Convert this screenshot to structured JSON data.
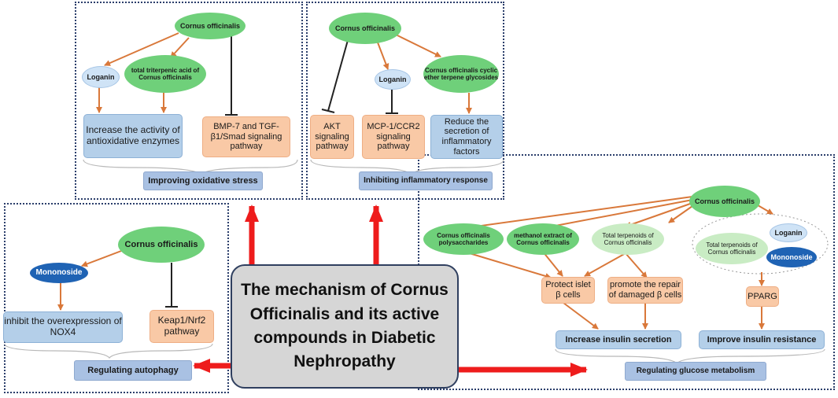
{
  "center": {
    "title": "The mechanism of Cornus Officinalis and its active compounds in Diabetic Nephropathy"
  },
  "panel_oxidative": {
    "source": "Cornus officinalis",
    "loganin": "Loganin",
    "triterpenic": "total triterpenic acid of Cornus officinalis",
    "enzymes": "Increase the activity of antioxidative enzymes",
    "bmp": "BMP-7 and TGF-β1/Smad signaling pathway",
    "summary": "Improving oxidative stress"
  },
  "panel_inflammatory": {
    "source": "Cornus officinalis",
    "loganin": "Loganin",
    "terpene": "Cornus officinalis cyclic ether terpene glycosides",
    "akt": "AKT signaling pathway",
    "mcp": "MCP-1/CCR2 signaling pathway",
    "reduce": "Reduce the secretion of inflammatory factors",
    "summary": "Inhibiting inflammatory response"
  },
  "panel_autophagy": {
    "source": "Cornus officinalis",
    "mononoside": "Mononoside",
    "nox4": "inhibit the overexpression of NOX4",
    "keap": "Keap1/Nrf2 pathway",
    "summary": "Regulating autophagy"
  },
  "panel_glucose": {
    "source": "Cornus officinalis",
    "polysaccharides": "Cornus officinalis polysaccharides",
    "methanol": "methanol extract of Cornus officinalis",
    "terpenoids": "Total terpenoids of Cornus officinalis",
    "terpenoids2": "Total terpenoids of Cornus officinalis",
    "loganin": "Loganin",
    "mononoside": "Mononoside",
    "protect": "Protect islet β cells",
    "repair": "promote the repair of damaged β cells",
    "pparg": "PPARG",
    "insulin_secretion": "Increase insulin secretion",
    "insulin_resistance": "Improve insulin resistance",
    "summary": "Regulating glucose metabolism"
  },
  "colors": {
    "orange_arrow": "#d9783a",
    "red_arrow": "#ee1c1c",
    "green": "#1fae3b",
    "panel_border": "#2b3e6b"
  }
}
